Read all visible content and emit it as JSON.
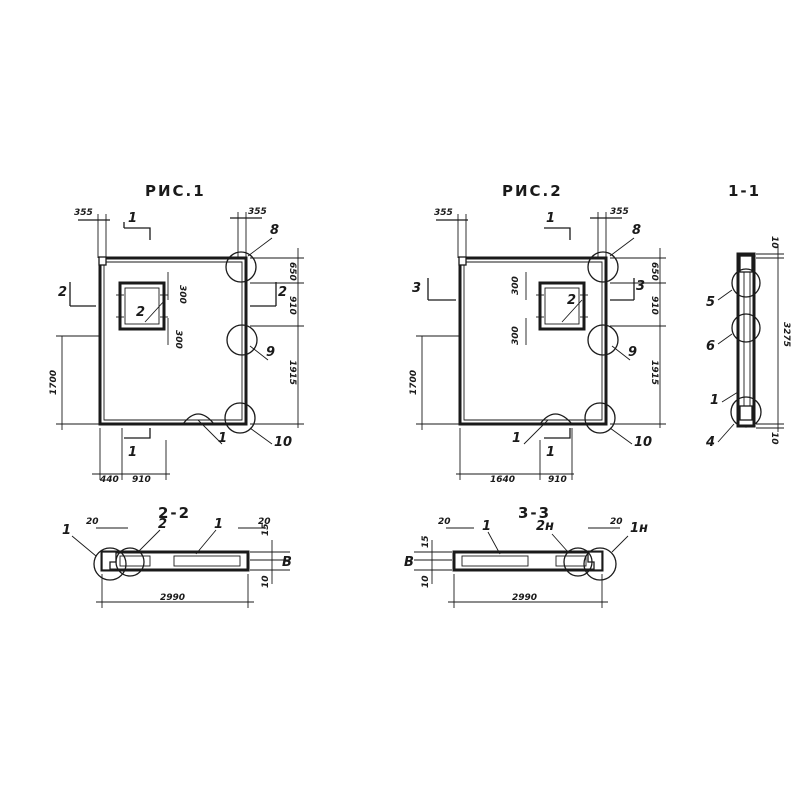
{
  "figure1": {
    "title": "РИС.1",
    "dims": {
      "left_top": "355",
      "right_top": "355",
      "h650": "650",
      "h910": "910",
      "h1915": "1915",
      "h1700": "1700",
      "w440": "440",
      "w910": "910",
      "o300a": "300",
      "o300b": "300"
    },
    "labels": {
      "l8": "8",
      "l9": "9",
      "l10": "10",
      "l1": "1",
      "l2": "2",
      "sec1_top": "1",
      "sec1_bot": "1",
      "sec2_left": "2",
      "sec2_right": "2"
    }
  },
  "figure2": {
    "title": "РИС.2",
    "dims": {
      "left_top": "355",
      "right_top": "355",
      "h650": "650",
      "h910": "910",
      "h1915": "1915",
      "h1700": "1700",
      "w1640": "1640",
      "w910": "910",
      "o300a": "300",
      "o300b": "300"
    },
    "labels": {
      "l8": "8",
      "l9": "9",
      "l10": "10",
      "l1": "1",
      "l2": "2",
      "sec1_top": "1",
      "sec1_bot": "1",
      "sec3_left": "3",
      "sec3_right": "3"
    }
  },
  "section11": {
    "title": "1-1",
    "dims": {
      "d10top": "10",
      "d3275": "3275",
      "d10bot": "10"
    },
    "labels": {
      "l5": "5",
      "l6": "6",
      "l1": "1",
      "l4": "4"
    }
  },
  "section22": {
    "title": "2-2",
    "dims": {
      "d20a": "20",
      "d20b": "20",
      "d15": "15",
      "d10": "10",
      "dB": "В",
      "d2990": "2990"
    },
    "labels": {
      "l1a": "1",
      "l2": "2",
      "l1b": "1"
    }
  },
  "section33": {
    "title": "3-3",
    "dims": {
      "d20a": "20",
      "d20b": "20",
      "d15": "15",
      "d10": "10",
      "dB": "В",
      "d2990": "2990"
    },
    "labels": {
      "l1": "1",
      "l2n": "2н",
      "l1n": "1н"
    }
  }
}
